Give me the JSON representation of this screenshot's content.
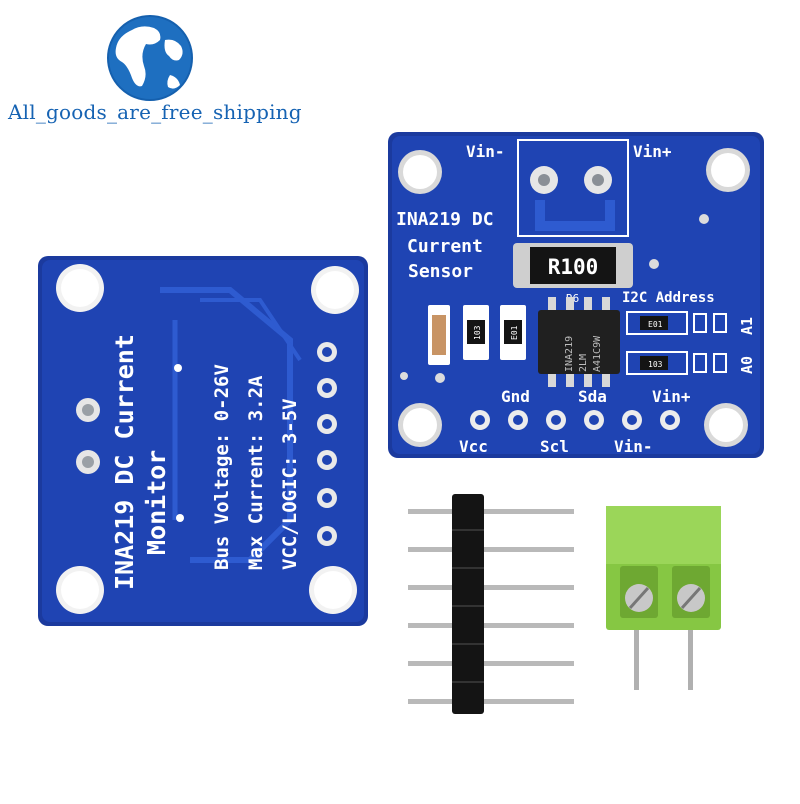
{
  "watermark": {
    "text": "All_goods_are_free_shipping"
  },
  "board_back": {
    "line1": "INA219 DC Current",
    "line2": "Monitor",
    "spec1": "Bus Voltage: 0-26V",
    "spec2": "Max Current: 3.2A",
    "spec3": "VCC/LOGIC: 3-5V"
  },
  "board_front": {
    "title1": "INA219 DC",
    "title2": "Current",
    "title3": "Sensor",
    "vin_minus_top": "Vin-",
    "vin_plus_top": "Vin+",
    "resistor": "R100",
    "r_label": "R6",
    "i2c": "I2C Address",
    "a1": "A1",
    "a0": "A0",
    "chip_line1": "INA219",
    "chip_line2": "A41C9W",
    "chip_line3": "2LM",
    "smd1": "103",
    "smd2": "E01",
    "smd3": "E01",
    "smd4": "103",
    "pin_gnd": "Gnd",
    "pin_sda": "Sda",
    "pin_vin_plus": "Vin+",
    "pin_vcc": "Vcc",
    "pin_scl": "Scl",
    "pin_vin_minus": "Vin-"
  },
  "colors": {
    "pcb": "#1d3fa8",
    "pcb_edge": "#2a52c4",
    "terminal": "#8fd14f",
    "header": "#1a1a1a"
  }
}
